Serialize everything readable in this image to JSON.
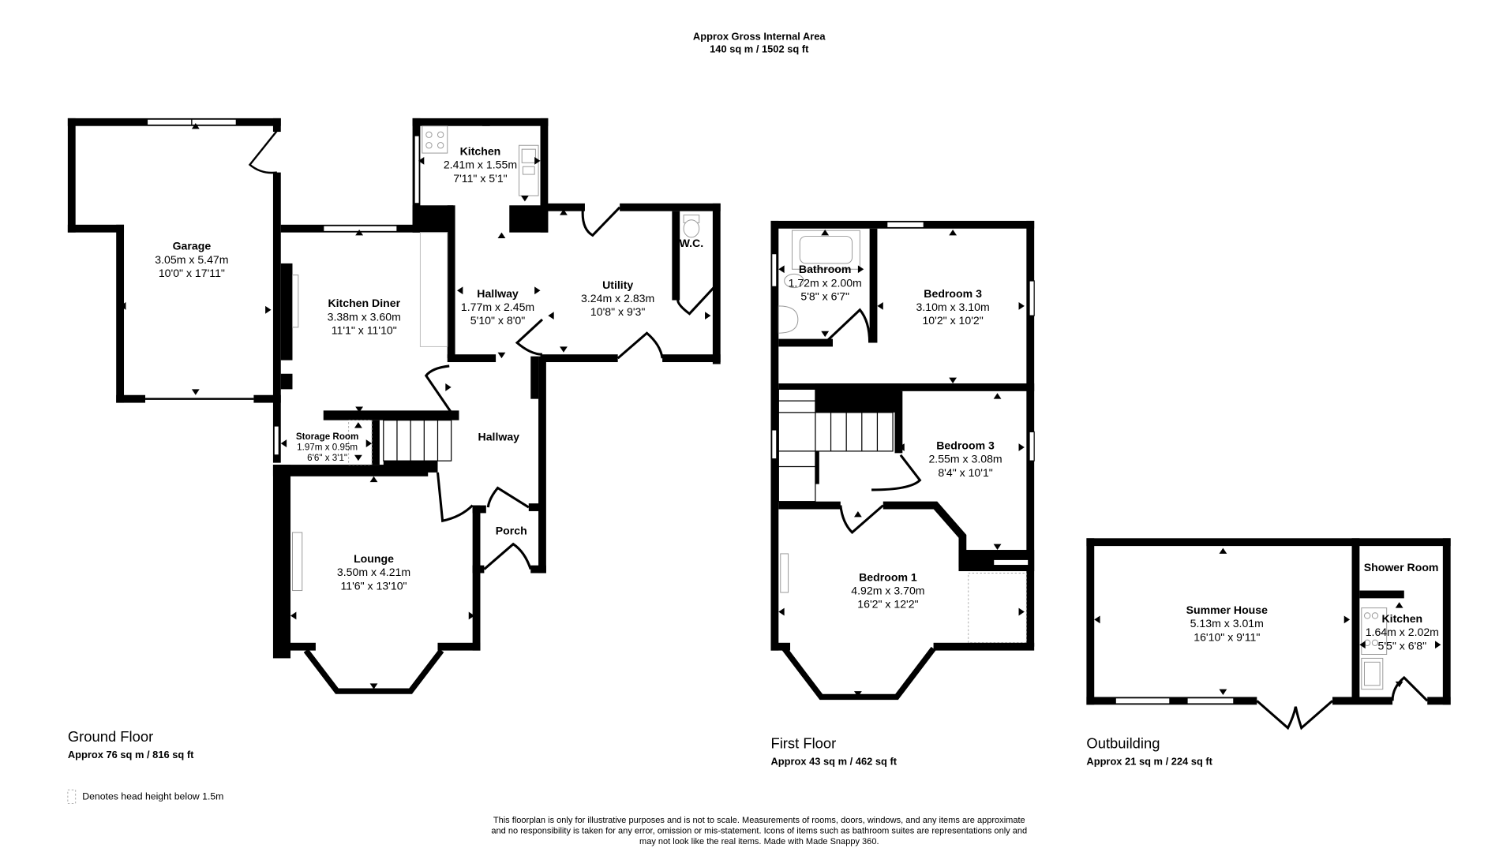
{
  "header": {
    "title": "Approx Gross Internal Area",
    "area": "140 sq m / 1502 sq ft"
  },
  "floors": [
    {
      "name": "Ground Floor",
      "area": "Approx 76 sq m / 816 sq ft",
      "rooms": [
        {
          "name": "Garage",
          "metric": "3.05m x 5.47m",
          "imperial": "10'0\" x 17'11\""
        },
        {
          "name": "Kitchen",
          "metric": "2.41m x 1.55m",
          "imperial": "7'11\" x 5'1\""
        },
        {
          "name": "Kitchen Diner",
          "metric": "3.38m x 3.60m",
          "imperial": "11'1\" x 11'10\""
        },
        {
          "name": "Hallway",
          "metric": "1.77m x 2.45m",
          "imperial": "5'10\" x 8'0\""
        },
        {
          "name": "Utility",
          "metric": "3.24m x 2.83m",
          "imperial": "10'8\" x 9'3\""
        },
        {
          "name": "W.C.",
          "metric": "",
          "imperial": ""
        },
        {
          "name": "Storage Room",
          "metric": "1.97m x 0.95m",
          "imperial": "6'6\" x 3'1\""
        },
        {
          "name": "Hallway",
          "metric": "",
          "imperial": ""
        },
        {
          "name": "Porch",
          "metric": "",
          "imperial": ""
        },
        {
          "name": "Lounge",
          "metric": "3.50m x 4.21m",
          "imperial": "11'6\" x 13'10\""
        }
      ]
    },
    {
      "name": "First Floor",
      "area": "Approx 43 sq m / 462 sq ft",
      "rooms": [
        {
          "name": "Bathroom",
          "metric": "1.72m x 2.00m",
          "imperial": "5'8\" x 6'7\""
        },
        {
          "name": "Bedroom 3",
          "metric": "3.10m x 3.10m",
          "imperial": "10'2\" x 10'2\""
        },
        {
          "name": "Bedroom 3",
          "metric": "2.55m x 3.08m",
          "imperial": "8'4\" x 10'1\""
        },
        {
          "name": "Bedroom 1",
          "metric": "4.92m x 3.70m",
          "imperial": "16'2\" x 12'2\""
        }
      ]
    },
    {
      "name": "Outbuilding",
      "area": "Approx 21 sq m / 224 sq ft",
      "rooms": [
        {
          "name": "Summer House",
          "metric": "5.13m x 3.01m",
          "imperial": "16'10\" x 9'11\""
        },
        {
          "name": "Shower Room",
          "metric": "",
          "imperial": ""
        },
        {
          "name": "Kitchen",
          "metric": "1.64m x 2.02m",
          "imperial": "5'5\" x 6'8\""
        }
      ]
    }
  ],
  "legend": {
    "icon": "dashed-box-icon",
    "text": "Denotes head height below 1.5m"
  },
  "disclaimer": {
    "line1": "This floorplan is only for illustrative purposes and is not to scale. Measurements of rooms, doors, windows, and any items are approximate",
    "line2": "and no responsibility is taken for any error, omission or mis-statement. Icons of items such as bathroom suites are representations only and",
    "line3": "may not look like the real items. Made with Made Snappy 360."
  },
  "colors": {
    "wall": "#000000",
    "background": "#ffffff",
    "fixture": "#999999"
  }
}
